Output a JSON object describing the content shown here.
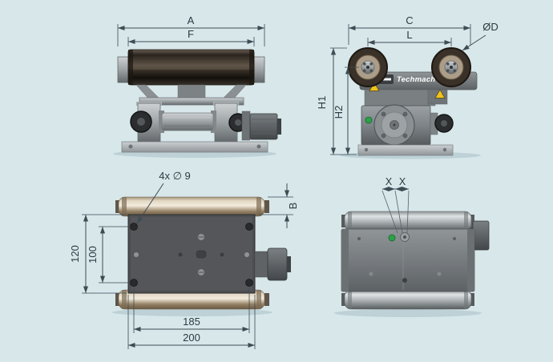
{
  "drawing": {
    "type": "technical-dimension-drawing",
    "brand": "Techmach",
    "views": {
      "front": {
        "title": "front-view",
        "dims": {
          "A": "A",
          "F": "F"
        }
      },
      "side": {
        "title": "side-view",
        "dims": {
          "C": "C",
          "L": "L",
          "diameter": "ØD",
          "H1": "H1",
          "H2": "H2"
        }
      },
      "plan": {
        "title": "bottom-view",
        "dims": {
          "holes": "4x ∅ 9",
          "B": "B",
          "height_outer": "120",
          "height_holes": "100",
          "width_holes": "185",
          "width_outer": "200"
        }
      },
      "rear": {
        "title": "rear-bottom-view",
        "dims": {
          "X_left": "X",
          "X_right": "X"
        }
      }
    },
    "colors": {
      "background": "#d7e7ea",
      "dimension": "#3e4c54",
      "indicator_green": "#2da04a",
      "warning_yellow": "#f2c21a",
      "brand_text": "#ffffff"
    }
  }
}
